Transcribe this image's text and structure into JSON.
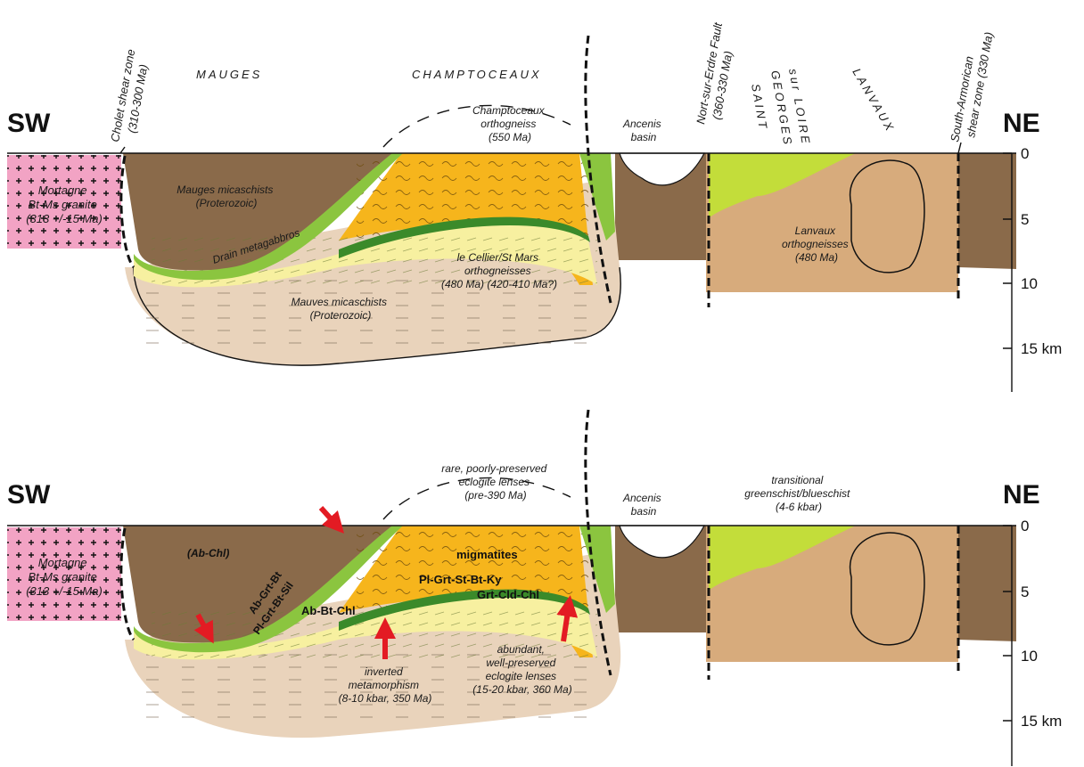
{
  "colors": {
    "granite": "#f2a3c4",
    "micaschist_dark": "#8a6a4a",
    "mauves": "#e9d3bb",
    "greenschist": "#8bc53f",
    "orthogneiss_yellow": "#f7f0a0",
    "migmatite_orange": "#f6b51c",
    "lanvaux": "#d7ab7c",
    "basin": "#ffffff",
    "arrow_red": "#e31b23",
    "lime": "#c3dd3a"
  },
  "panels": [
    {
      "sw": "SW",
      "ne": "NE",
      "cholet": [
        "Cholet shear zone",
        "(310-300 Ma)"
      ],
      "nort": [
        "Nort-sur-Erdre Fault",
        "(360-330 Ma)"
      ],
      "south_armorican": [
        "South-Armorican",
        "shear zone (330 Ma)"
      ],
      "mauges": "MAUGES",
      "champtoceaux": "CHAMPTOCEAUX",
      "saint_georges": [
        "SAINT",
        "GEORGES",
        "sur LOIRE"
      ],
      "lanvaux": "LANVAUX",
      "granite": [
        "Mortagne",
        "Bt-Ms granite",
        "(313 +/-15 Ma)"
      ],
      "mauges_micaschists": [
        "Mauges micaschists",
        "(Proterozoic)"
      ],
      "drain": "Drain metagabbros",
      "champtoceaux_orthogneiss": [
        "Champtoceaux",
        "orthogneiss",
        "(550 Ma)"
      ],
      "ancenis": [
        "Ancenis",
        "basin"
      ],
      "cellier": [
        "le Cellier/St Mars",
        "orthogneisses",
        "(480 Ma) (420-410 Ma?)"
      ],
      "mauves": [
        "Mauves micaschists",
        "(Proterozoic)"
      ],
      "lanvaux_ortho": [
        "Lanvaux",
        "orthogneisses",
        "(480 Ma)"
      ],
      "ticks": [
        "0",
        "5",
        "10",
        "15 km"
      ]
    },
    {
      "sw": "SW",
      "ne": "NE",
      "granite": [
        "Mortagne",
        "Bt-Ms granite",
        "(313 +/-15 Ma)"
      ],
      "ab_chl": "(Ab-Chl)",
      "ab_grt_bt": "Ab-Grt-Bt",
      "pl_grt_bt_sil": "Pl-Grt-Bt-Sil",
      "rare": [
        "rare, poorly-preserved",
        "eclogite lenses",
        "(pre-390 Ma)"
      ],
      "migmatites": "migmatites",
      "pl_grt_st": "Pl-Grt-St-Bt-Ky",
      "grt_cld": "Grt-Cld-Chl",
      "ab_bt_chl": "Ab-Bt-Chl",
      "inverted": [
        "inverted",
        "metamorphism",
        "(8-10 kbar, 350 Ma)"
      ],
      "abundant": [
        "abundant,",
        "well-preserved",
        "eclogite lenses",
        "(15-20 kbar, 360 Ma)"
      ],
      "ancenis": [
        "Ancenis",
        "basin"
      ],
      "transitional": [
        "transitional",
        "greenschist/blueschist",
        "(4-6 kbar)"
      ],
      "ticks": [
        "0",
        "5",
        "10",
        "15 km"
      ]
    }
  ]
}
